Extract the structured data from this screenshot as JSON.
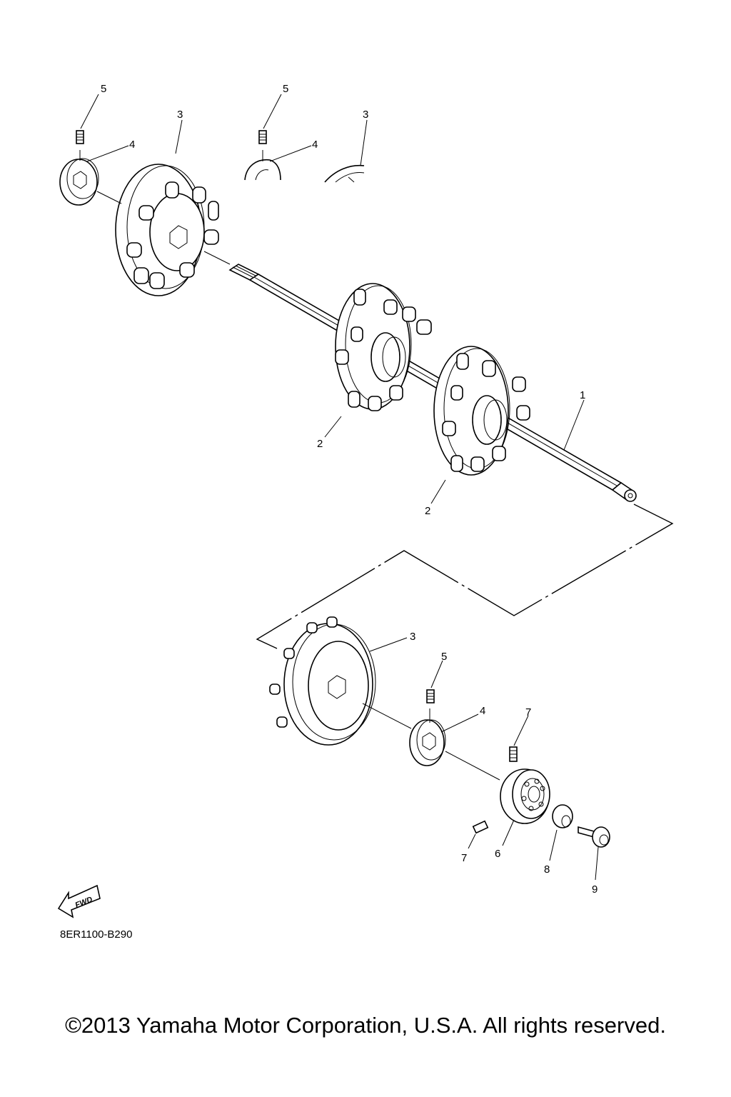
{
  "diagram": {
    "callouts": {
      "p1": "1",
      "p2a": "2",
      "p2b": "2",
      "p3": "3",
      "p4a": "4",
      "p4b": "4",
      "p4c": "4",
      "p5a": "5",
      "p5b": "5",
      "p5c": "5",
      "p6": "6",
      "p7a": "7",
      "p7b": "7",
      "p8": "8",
      "p9": "9"
    },
    "fwd_label": "FWD",
    "drawing_code": "8ER1100-B290"
  },
  "footer": {
    "copyright": "©2013 Yamaha Motor Corporation, U.S.A. All rights reserved."
  }
}
